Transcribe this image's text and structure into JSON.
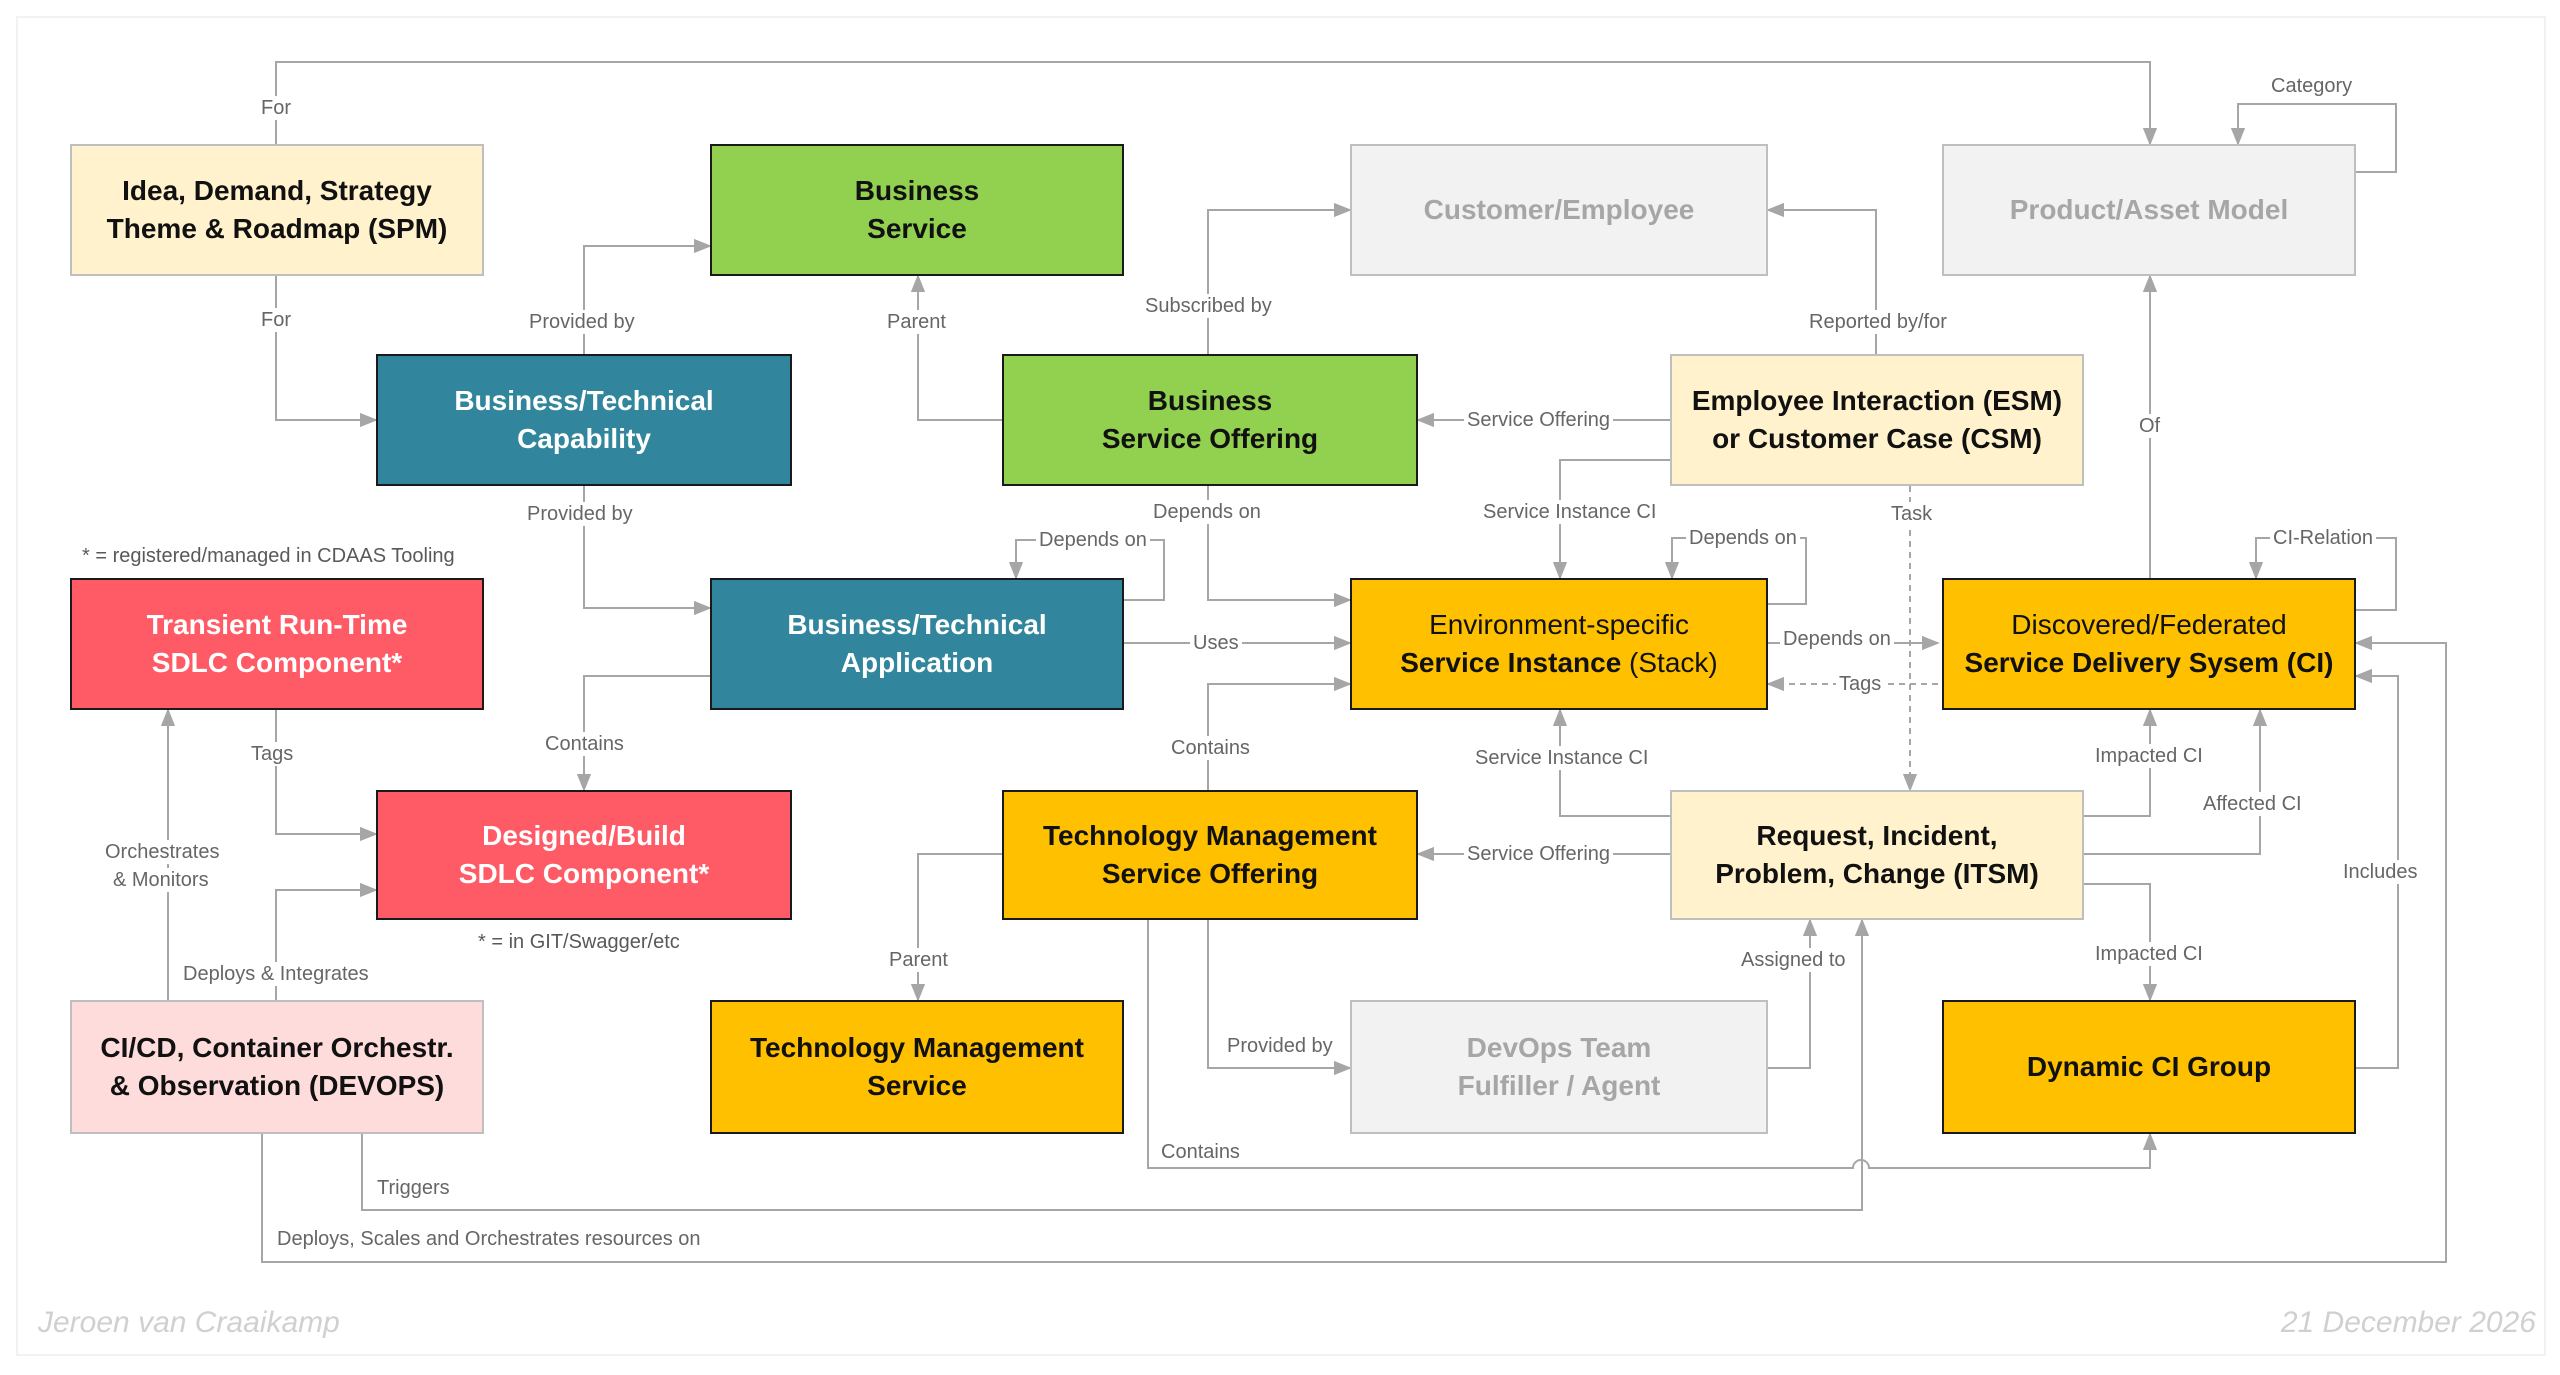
{
  "nodes": {
    "spm": {
      "line1": "Idea, Demand, Strategy",
      "line2": "Theme & Roadmap (SPM)",
      "fill": "#fff2cc"
    },
    "business_service": {
      "line1": "Business",
      "line2": "Service",
      "fill": "#92d050"
    },
    "customer_employee": {
      "line1": "Customer/Employee",
      "fill": "#f2f2f2"
    },
    "product_asset": {
      "line1": "Product/Asset Model",
      "fill": "#f2f2f2"
    },
    "capability": {
      "line1": "Business/Technical",
      "line2": "Capability",
      "fill": "#31859c"
    },
    "business_offering": {
      "line1": "Business",
      "line2": "Service Offering",
      "fill": "#92d050"
    },
    "esm_csm": {
      "line1": "Employee Interaction (ESM)",
      "line2": "or Customer Case (CSM)",
      "fill": "#fff2cc"
    },
    "transient": {
      "line1": "Transient Run-Time",
      "line2": "SDLC Component*",
      "fill": "#ff5b67"
    },
    "application": {
      "line1": "Business/Technical",
      "line2": "Application",
      "fill": "#31859c"
    },
    "service_instance": {
      "line1": "Environment-specific",
      "line2a": "Service Instance",
      "line2b": " (Stack)",
      "fill": "#ffc000"
    },
    "ci": {
      "line1": "Discovered/Federated",
      "line2": "Service Delivery Sysem (CI)",
      "fill": "#ffc000"
    },
    "designed": {
      "line1": "Designed/Build",
      "line2": "SDLC Component*",
      "fill": "#ff5b67"
    },
    "tech_offering": {
      "line1": "Technology Management",
      "line2": "Service Offering",
      "fill": "#ffc000"
    },
    "itsm": {
      "line1": "Request, Incident,",
      "line2": "Problem, Change (ITSM)",
      "fill": "#fff2cc"
    },
    "devops": {
      "line1": "CI/CD, Container Orchestr.",
      "line2": "& Observation (DEVOPS)",
      "fill": "#ffdcdc"
    },
    "tech_service": {
      "line1": "Technology Management",
      "line2": "Service",
      "fill": "#ffc000"
    },
    "devops_team": {
      "line1": "DevOps Team",
      "line2": "Fulfiller / Agent",
      "fill": "#f2f2f2"
    },
    "dynamic_ci": {
      "line1": "Dynamic CI Group",
      "fill": "#ffc000"
    }
  },
  "labels": {
    "for_top": "For",
    "for_mid": "For",
    "category": "Category",
    "provided_by_1": "Provided by",
    "parent_1": "Parent",
    "subscribed_by": "Subscribed by",
    "reported_by": "Reported by/for",
    "service_offering_1": "Service Offering",
    "of": "Of",
    "provided_by_2": "Provided by",
    "depends_on_1": "Depends on",
    "depends_on_2": "Depends on",
    "service_instance_ci_1": "Service Instance CI",
    "depends_on_3": "Depends on",
    "task": "Task",
    "ci_relation": "CI-Relation",
    "uses": "Uses",
    "depends_on_4": "Depends on",
    "tags_1": "Tags",
    "contains_1": "Contains",
    "tags_2": "Tags",
    "contains_2": "Contains",
    "service_instance_ci_2": "Service Instance CI",
    "impacted_ci_1": "Impacted CI",
    "affected_ci": "Affected CI",
    "orchestrates": "Orchestrates",
    "monitors": "& Monitors",
    "service_offering_2": "Service Offering",
    "includes": "Includes",
    "deploys_integrates": "Deploys & Integrates",
    "parent_2": "Parent",
    "assigned_to": "Assigned to",
    "impacted_ci_2": "Impacted CI",
    "provided_by_3": "Provided by",
    "contains_3": "Contains",
    "triggers": "Triggers",
    "deploys_scales": "Deploys, Scales and Orchestrates resources on"
  },
  "notes": {
    "registered": "* = registered/managed in CDAAS Tooling",
    "git": "* = in GIT/Swagger/etc"
  },
  "footer": {
    "author": "Jeroen van Craaikamp",
    "date": "21 December 2026"
  },
  "colors": {
    "connector": "#a6a6a6",
    "border_dark": "#1a1a1a",
    "border_light": "#bfbfbf"
  }
}
